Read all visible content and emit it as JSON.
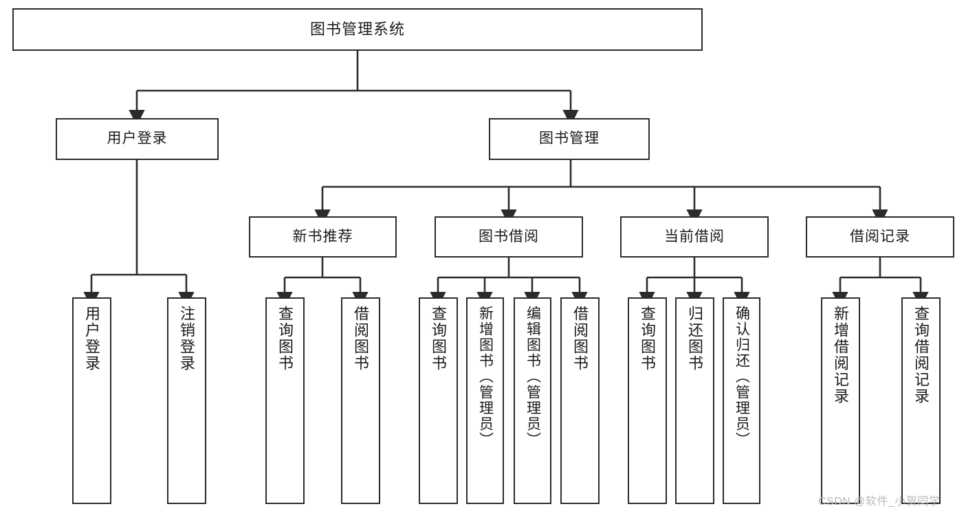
{
  "diagram": {
    "type": "tree",
    "title": "图书管理系统",
    "watermark": "CSDN @软件_小贺同学",
    "colors": {
      "stroke": "#2b2b2b",
      "fill": "#ffffff",
      "text": "#1a1a1a",
      "watermark": "#b9b9b9"
    }
  },
  "nodes": {
    "root": {
      "label": "图书管理系统"
    },
    "level2": [
      {
        "label": "用户登录"
      },
      {
        "label": "图书管理"
      }
    ],
    "level3": [
      {
        "label": "新书推荐"
      },
      {
        "label": "图书借阅"
      },
      {
        "label": "当前借阅"
      },
      {
        "label": "借阅记录"
      }
    ],
    "leaves": {
      "user_login": [
        {
          "label": "用户登录"
        },
        {
          "label": "注销登录"
        }
      ],
      "new_book": [
        {
          "label": "查询图书"
        },
        {
          "label": "借阅图书"
        }
      ],
      "book_borrow": [
        {
          "label": "查询图书"
        },
        {
          "label": "新增图书（管理员）"
        },
        {
          "label": "编辑图书（管理员）"
        },
        {
          "label": "借阅图书"
        }
      ],
      "current_borrow": [
        {
          "label": "查询图书"
        },
        {
          "label": "归还图书"
        },
        {
          "label": "确认归还（管理员）"
        }
      ],
      "borrow_record": [
        {
          "label": "新增借阅记录"
        },
        {
          "label": "查询借阅记录"
        }
      ]
    }
  }
}
